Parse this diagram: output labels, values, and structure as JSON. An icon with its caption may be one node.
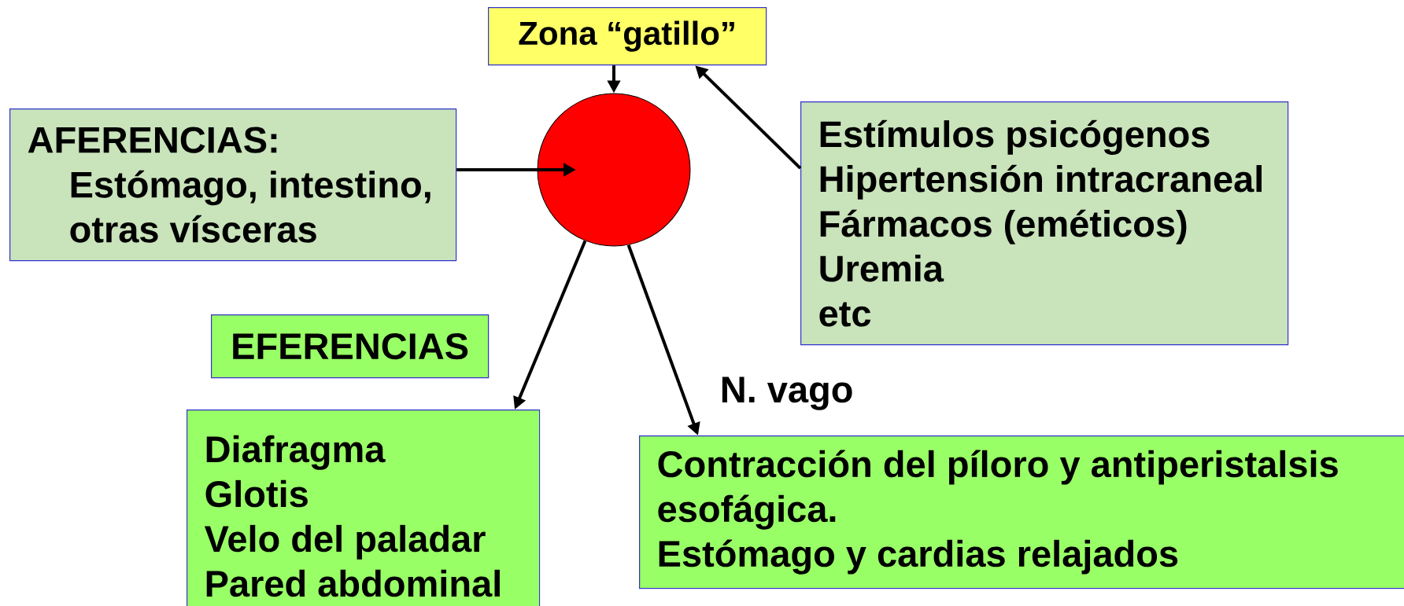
{
  "diagram": {
    "nodes": [
      {
        "text": [
          "Zona “gatillo”"
        ]
      },
      {
        "text": [],
        "shape": "circle"
      },
      {
        "text": [
          "AFERENCIAS:",
          "Estómago, intestino, otras vísceras"
        ]
      },
      {
        "text": [
          "Estímulos psicógenos",
          "Hipertensión intracraneal",
          "Fármacos (eméticos)",
          "Uremia",
          "etc"
        ]
      },
      {
        "text": [
          "EFERENCIAS"
        ]
      },
      {
        "text": [
          "Diafragma",
          "Glotis",
          "Velo del paladar",
          "Pared abdominal"
        ]
      },
      {
        "text": [
          "Contracción del píloro y antiperistalsis esofágica.",
          "Estómago y cardias relajados"
        ]
      }
    ],
    "edges": [
      {
        "from": 0,
        "to": 1,
        "arrow": "to"
      },
      {
        "from": 3,
        "to": 0,
        "arrow": "to"
      },
      {
        "from": 2,
        "to": 1,
        "arrow": "to"
      },
      {
        "from": 1,
        "to": 5,
        "arrow": "to"
      },
      {
        "from": 1,
        "to": 6,
        "arrow": "to",
        "label": "N. vago"
      }
    ]
  }
}
